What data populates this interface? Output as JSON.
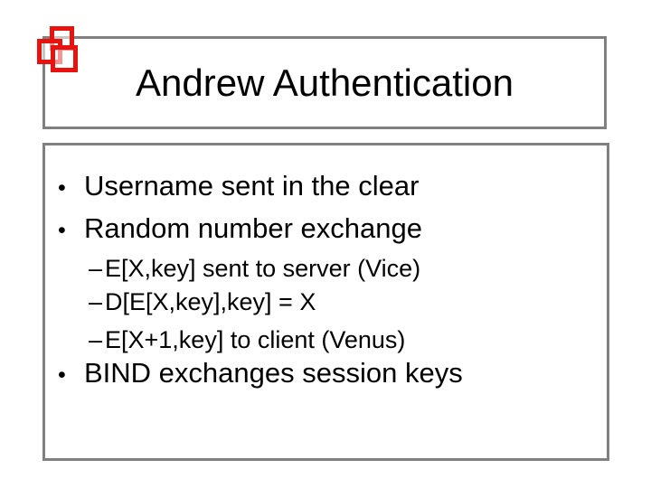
{
  "slide": {
    "title": "Andrew Authentication",
    "bullets": [
      {
        "level": 1,
        "marker": "•",
        "text": "Username sent in the clear"
      },
      {
        "level": 1,
        "marker": "•",
        "text": "Random number exchange"
      },
      {
        "level": 2,
        "marker": "–",
        "text": "E[X,key] sent to server (Vice)"
      },
      {
        "level": 2,
        "marker": "–",
        "text": "D[E[X,key],key] = X"
      },
      {
        "level": 2,
        "marker": "–",
        "text": "E[X+1,key] to client (Venus)"
      },
      {
        "level": 1,
        "marker": "•",
        "text": "BIND exchanges session keys"
      }
    ],
    "colors": {
      "box_border": "#808080",
      "logo_red": "#e8120f",
      "text": "#000000",
      "background": "#ffffff"
    },
    "logo": "overlapping-squares"
  }
}
